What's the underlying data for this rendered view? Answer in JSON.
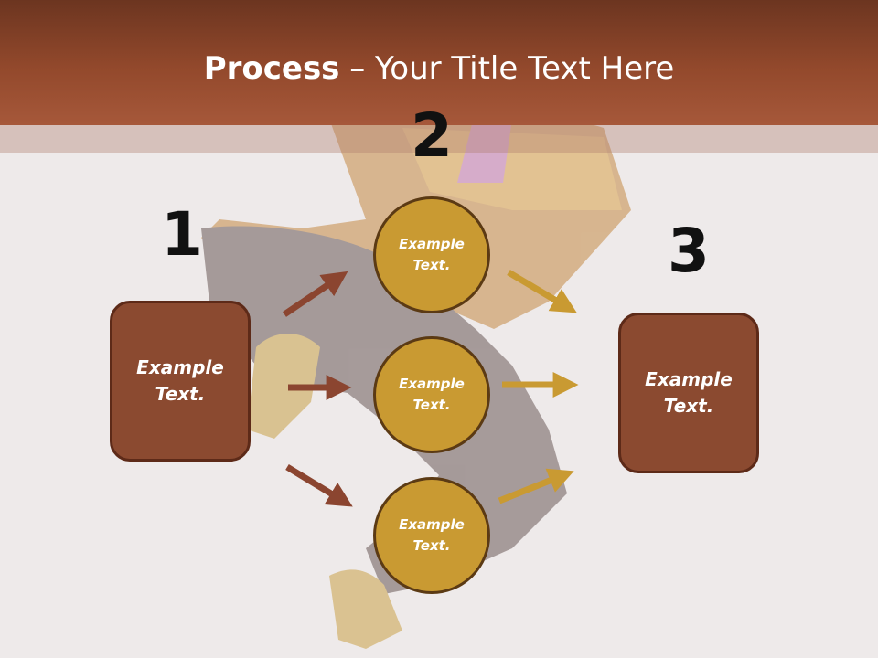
{
  "slide": {
    "title_bold": "Process",
    "title_rest": " – Your Title Text Here"
  },
  "diagram": {
    "step_numbers": [
      "1",
      "2",
      "3"
    ],
    "start_box": {
      "label": "Example\nText."
    },
    "circles": [
      {
        "label": "Example\nText."
      },
      {
        "label": "Example\nText."
      },
      {
        "label": "Example\nText."
      }
    ],
    "end_box": {
      "label": "Example\nText."
    }
  },
  "colors": {
    "header": "#93492c",
    "box_fill": "#8b4a30",
    "circle_fill": "#c99a32",
    "left_arrows": "#8b4530",
    "right_arrows": "#c99a32"
  }
}
